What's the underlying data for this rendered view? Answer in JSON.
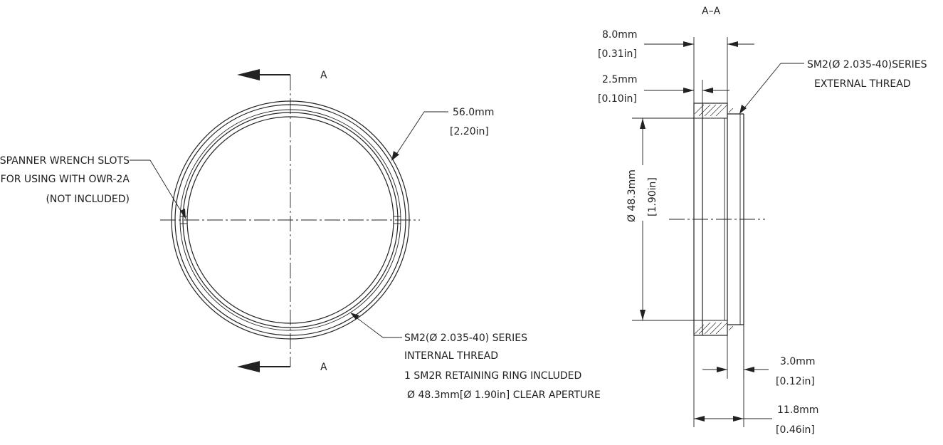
{
  "section_view": {
    "title": "A–A"
  },
  "front_view": {
    "section_mark_top": "A",
    "section_mark_bottom": "A",
    "outer_diameter": {
      "mm": "56.0mm",
      "in": "[2.20in]"
    },
    "spanner_note": [
      "SPANNER WRENCH SLOTS",
      "FOR USING WITH OWR-2A",
      "(NOT INCLUDED)"
    ],
    "thread_note": [
      "SM2(Ø 2.035-40) SERIES",
      "INTERNAL THREAD",
      "1 SM2R RETAINING RING INCLUDED",
      "Ø 48.3mm[Ø 1.90in] CLEAR APERTURE"
    ]
  },
  "side_view": {
    "length_total": {
      "mm": "8.0mm",
      "in": "[0.31in]"
    },
    "flange_thickness": {
      "mm": "2.5mm",
      "in": "[0.10in]"
    },
    "external_thread_note": [
      "SM2(Ø 2.035-40)SERIES",
      "EXTERNAL THREAD"
    ],
    "aperture": {
      "mm": "Ø 48.3mm",
      "in": "[1.90in]"
    },
    "thread_length": {
      "mm": "3.0mm",
      "in": "[0.12in]"
    },
    "overall_length": {
      "mm": "11.8mm",
      "in": "[0.46in]"
    }
  },
  "colors": {
    "line": "#222222",
    "background": "#ffffff"
  }
}
